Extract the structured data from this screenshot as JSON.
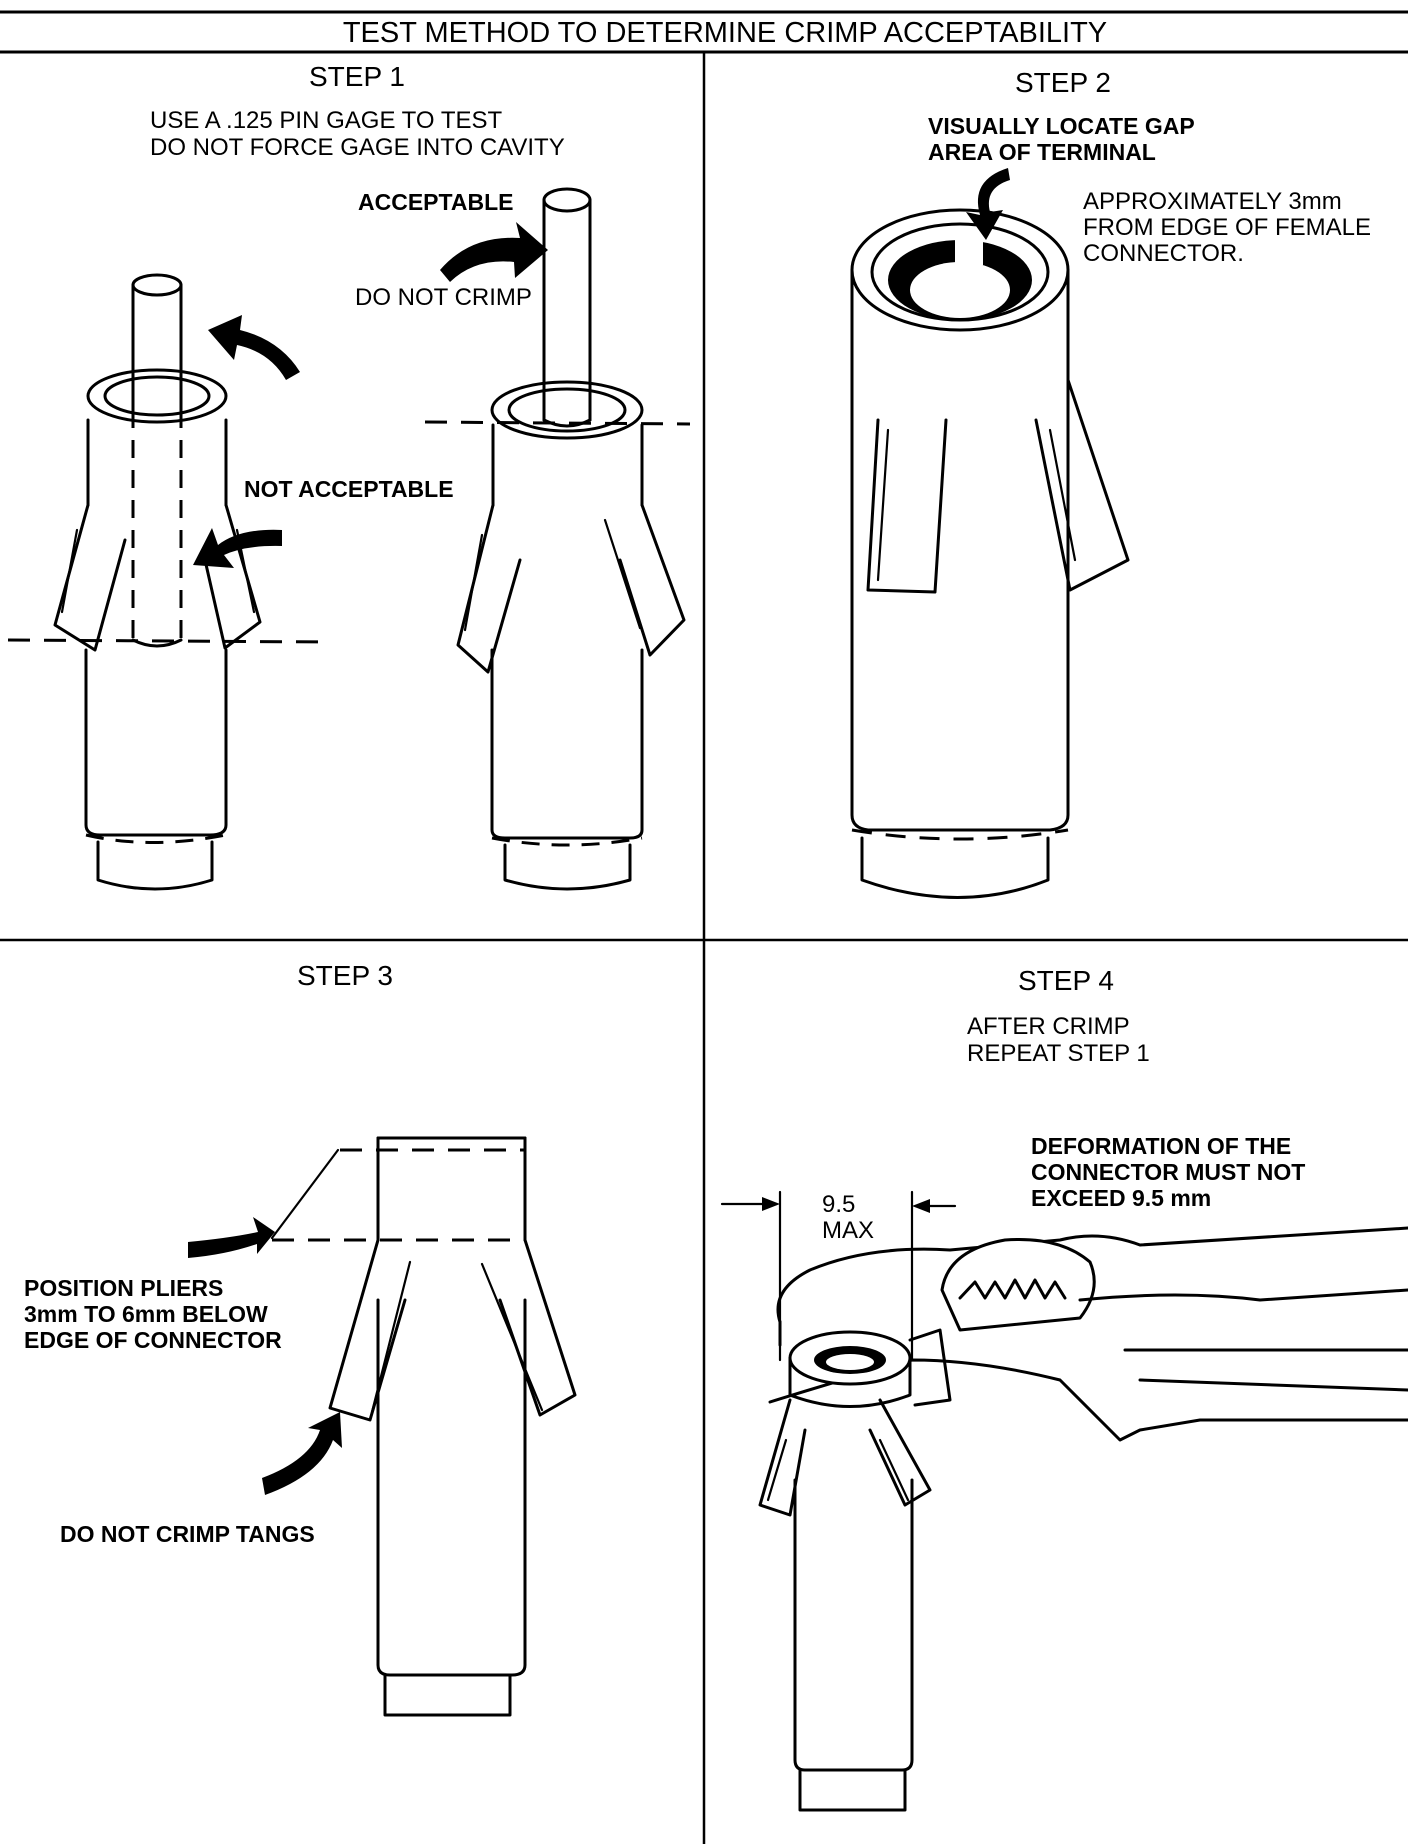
{
  "title": "TEST METHOD TO DETERMINE CRIMP ACCEPTABILITY",
  "step1": {
    "heading": "STEP 1",
    "instruction_line1": "USE A .125 PIN GAGE TO TEST",
    "instruction_line2": "DO NOT FORCE GAGE INTO CAVITY",
    "acceptable": "ACCEPTABLE",
    "do_not_crimp": "DO NOT CRIMP",
    "not_acceptable": "NOT ACCEPTABLE"
  },
  "step2": {
    "heading": "STEP 2",
    "locate_line1": "VISUALLY LOCATE GAP",
    "locate_line2": "AREA OF TERMINAL",
    "approx_line1": "APPROXIMATELY 3mm",
    "approx_line2": "FROM EDGE OF FEMALE",
    "approx_line3": "CONNECTOR."
  },
  "step3": {
    "heading": "STEP 3",
    "pliers_line1": "POSITION PLIERS",
    "pliers_line2": "3mm TO 6mm BELOW",
    "pliers_line3": "EDGE OF CONNECTOR",
    "tangs": "DO NOT CRIMP TANGS"
  },
  "step4": {
    "heading": "STEP 4",
    "after_line1": "AFTER CRIMP",
    "after_line2": "REPEAT STEP 1",
    "deform_line1": "DEFORMATION OF THE",
    "deform_line2": "CONNECTOR MUST NOT",
    "deform_line3": "EXCEED 9.5 mm",
    "dim_value": "9.5",
    "dim_max": "MAX"
  }
}
